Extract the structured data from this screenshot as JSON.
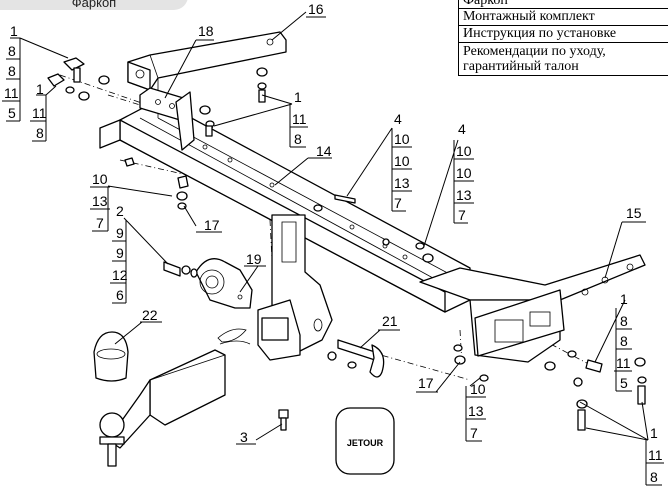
{
  "header_tab": {
    "title": "Фаркоп"
  },
  "parts_list": [
    "Фаркоп",
    "Монтажный комплект",
    "Инструкция по установке",
    "Рекомендации по уходу, гарантийный талон"
  ],
  "ball_cover_logo": "JETOUR",
  "callouts": [
    {
      "id": "c-16",
      "labels": [
        "16"
      ]
    },
    {
      "id": "c-18",
      "labels": [
        "18"
      ]
    },
    {
      "id": "c-14",
      "labels": [
        "14"
      ]
    },
    {
      "id": "c-15",
      "labels": [
        "15"
      ]
    },
    {
      "id": "c-19",
      "labels": [
        "19"
      ]
    },
    {
      "id": "c-21",
      "labels": [
        "21"
      ]
    },
    {
      "id": "c-22",
      "labels": [
        "22"
      ]
    },
    {
      "id": "c-3",
      "labels": [
        "3"
      ]
    },
    {
      "id": "c-17a",
      "labels": [
        "17"
      ]
    },
    {
      "id": "c-17b",
      "labels": [
        "17"
      ]
    },
    {
      "id": "c-top-left",
      "labels": [
        "1",
        "8",
        "8",
        "11",
        "5"
      ]
    },
    {
      "id": "c-left-2",
      "labels": [
        "1",
        "11",
        "8"
      ]
    },
    {
      "id": "c-center-1",
      "labels": [
        "1",
        "11",
        "8"
      ]
    },
    {
      "id": "c-4a",
      "labels": [
        "4",
        "10",
        "10",
        "13",
        "7"
      ]
    },
    {
      "id": "c-4b",
      "labels": [
        "4",
        "10",
        "10",
        "13",
        "7"
      ]
    },
    {
      "id": "c-left-10",
      "labels": [
        "10",
        "13",
        "7"
      ]
    },
    {
      "id": "c-left-2b",
      "labels": [
        "2",
        "9",
        "9",
        "12",
        "6"
      ]
    },
    {
      "id": "c-bot-10",
      "labels": [
        "10",
        "13",
        "7"
      ]
    },
    {
      "id": "c-right-1",
      "labels": [
        "1",
        "8",
        "8",
        "11",
        "5"
      ]
    },
    {
      "id": "c-right-1b",
      "labels": [
        "1",
        "11",
        "8"
      ]
    }
  ]
}
